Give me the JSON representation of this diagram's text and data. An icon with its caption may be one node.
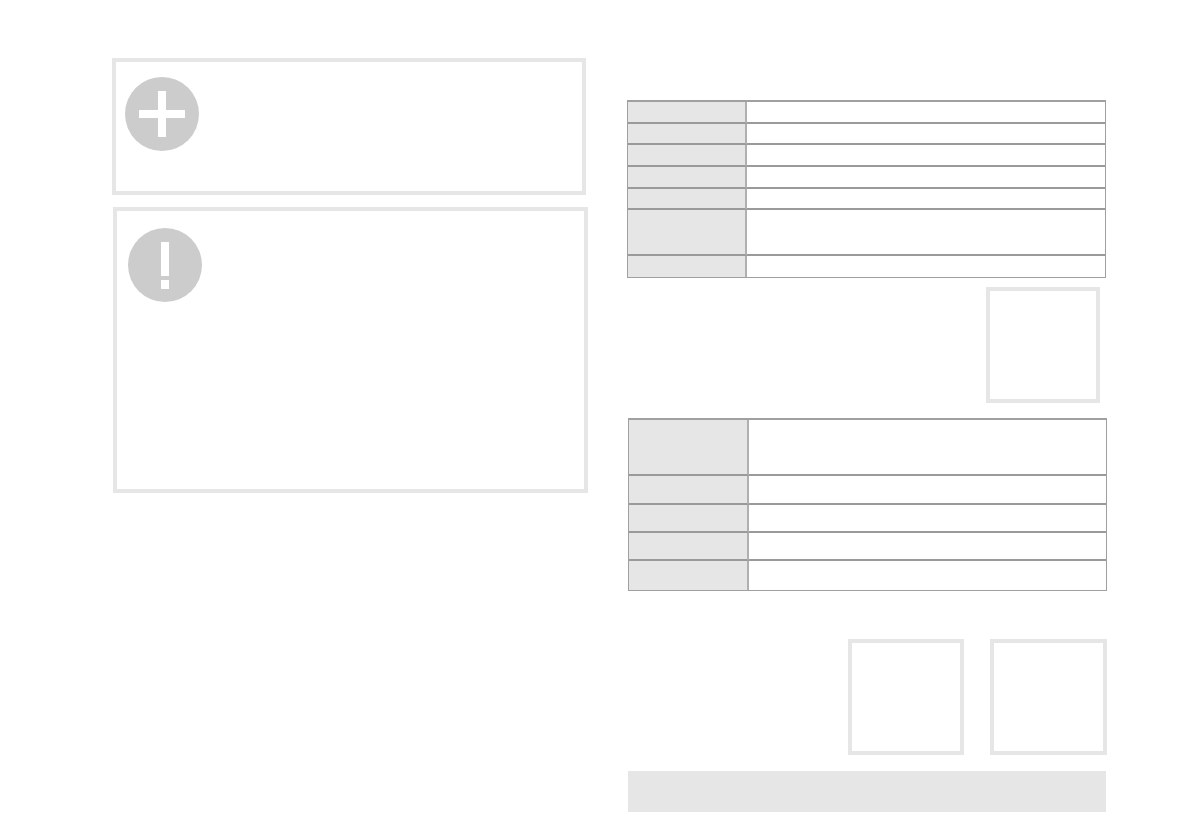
{
  "diagram": {
    "nodes": [
      {
        "text": [],
        "shape": "box"
      },
      {
        "text": [],
        "shape": "box"
      },
      {
        "text": [],
        "shape": "box"
      },
      {
        "text": [],
        "shape": "box"
      },
      {
        "text": [],
        "shape": "box"
      },
      {
        "text": [],
        "shape": "bar"
      }
    ]
  }
}
